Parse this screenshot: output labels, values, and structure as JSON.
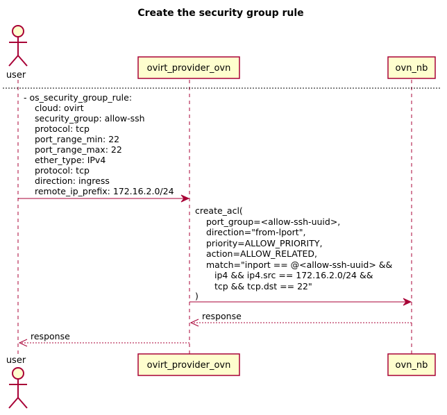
{
  "diagram": {
    "title": "Create the security group rule",
    "participants": {
      "user": "user",
      "provider": "ovirt_provider_ovn",
      "nb": "ovn_nb"
    },
    "messages": {
      "m1": [
        "- os_security_group_rule:",
        "cloud: ovirt",
        "security_group: allow-ssh",
        "protocol: tcp",
        "port_range_min: 22",
        "port_range_max: 22",
        "ether_type: IPv4",
        "protocol: tcp",
        "direction: ingress",
        "remote_ip_prefix: 172.16.2.0/24"
      ],
      "m2": [
        "create_acl(",
        "port_group=<allow-ssh-uuid>,",
        "direction=\"from-lport\",",
        "priority=ALLOW_PRIORITY,",
        "action=ALLOW_RELATED,",
        "match=\"inport == @<allow-ssh-uuid> &&",
        "ip4 && ip4.src == 172.16.2.0/24 &&",
        "tcp && tcp.dst == 22\"",
        ")"
      ],
      "m3": "response",
      "m4": "response"
    }
  }
}
